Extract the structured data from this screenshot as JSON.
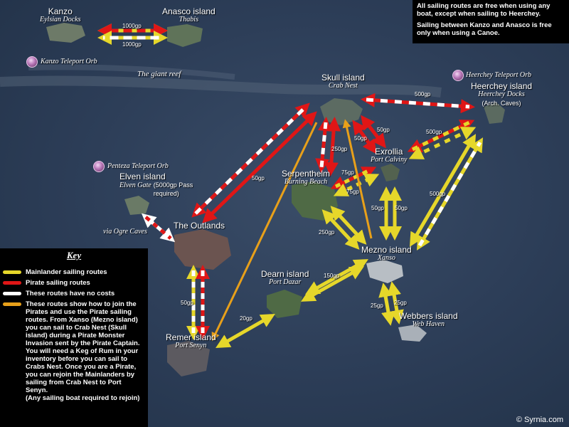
{
  "notes": [
    "All sailing routes are free when using any boat, except when sailing to Heerchey.",
    "Sailing between Kanzo and Anasco is free only when using a Canoe."
  ],
  "islands": {
    "kanzo": {
      "name": "Kanzo",
      "sub": "Eylsian Docks"
    },
    "anasco": {
      "name": "Anasco island",
      "sub": "Thabis"
    },
    "skull": {
      "name": "Skull island",
      "sub": "Crab Nest"
    },
    "heerchey": {
      "name": "Heerchey island",
      "sub": "Heerchey Docks",
      "extra": "(Arch. Caves)"
    },
    "exrollia": {
      "name": "Exrollia",
      "sub": "Port Calviny"
    },
    "serpenthelm": {
      "name": "Serpenthelm",
      "sub": "Burning Beach"
    },
    "elven": {
      "name": "Elven island",
      "sub": "Elven Gate",
      "extra": "(5000gp Pass required)"
    },
    "outlands": {
      "name": "The Outlands"
    },
    "mezno": {
      "name": "Mezno island",
      "sub": "Xanso"
    },
    "dearn": {
      "name": "Dearn island",
      "sub": "Port Dazar"
    },
    "webbers": {
      "name": "Webbers island",
      "sub": "Web Haven"
    },
    "remer": {
      "name": "Remer island",
      "sub": "Port Senyn"
    }
  },
  "orbs": {
    "kanzo": "Kanzo Teleport Orb",
    "heerchey": "Heerchey Teleport Orb",
    "penteza": "Penteza Teleport Orb"
  },
  "places": {
    "reef": "The giant reef",
    "ogre": "via Ogre Caves"
  },
  "costs": {
    "kanzo_anasco_top": "1000gp",
    "kanzo_anasco_bottom": "1000gp",
    "skull_heerchey": "500gp",
    "exrollia_heerchey": "500gp",
    "skull_exrollia_a": "50gp",
    "skull_exrollia_b": "50gp",
    "skull_serp": "250gp",
    "serp_exrollia_a": "75gp",
    "serp_exrollia_b": "75gp",
    "outlands_skull": "50gp",
    "heerchey_mezno": "500gp",
    "mezno_exrollia_a": "50gp",
    "mezno_exrollia_b": "50gp",
    "serp_mezno": "250gp",
    "dearn_mezno": "150gp",
    "remer_dearn": "20gp",
    "outlands_remer": "50gp",
    "mezno_webbers_a": "25gp",
    "mezno_webbers_b": "25gp"
  },
  "key": {
    "title": "Key",
    "items": [
      {
        "color": "#e6d72a",
        "text": "Mainlander sailing routes"
      },
      {
        "color": "#e01616",
        "text": "Pirate sailing routes"
      },
      {
        "color": "#ffffff",
        "text": "These routes have no costs"
      },
      {
        "color": "#e8a01a",
        "text": "These routes show how to join the Pirates and use the Pirate sailing routes. From Xanso (Mezno island) you can sail to Crab Nest (Skull island) during a Pirate Monster Invasion sent by the Pirate Captain. You will need a Keg of Rum in your inventory before you can sail to Crabs Nest. Once you are a Pirate, you can rejoin the Mainlanders by sailing from Crab Nest to Port Senyn."
      }
    ],
    "footer": "(Any sailing boat required to rejoin)"
  },
  "copyright": "© Syrnia.com",
  "colors": {
    "mainlander": "#e6d72a",
    "pirate": "#e01616",
    "free": "#ffffff",
    "join": "#e8a01a",
    "sea": "#2c3d57"
  }
}
